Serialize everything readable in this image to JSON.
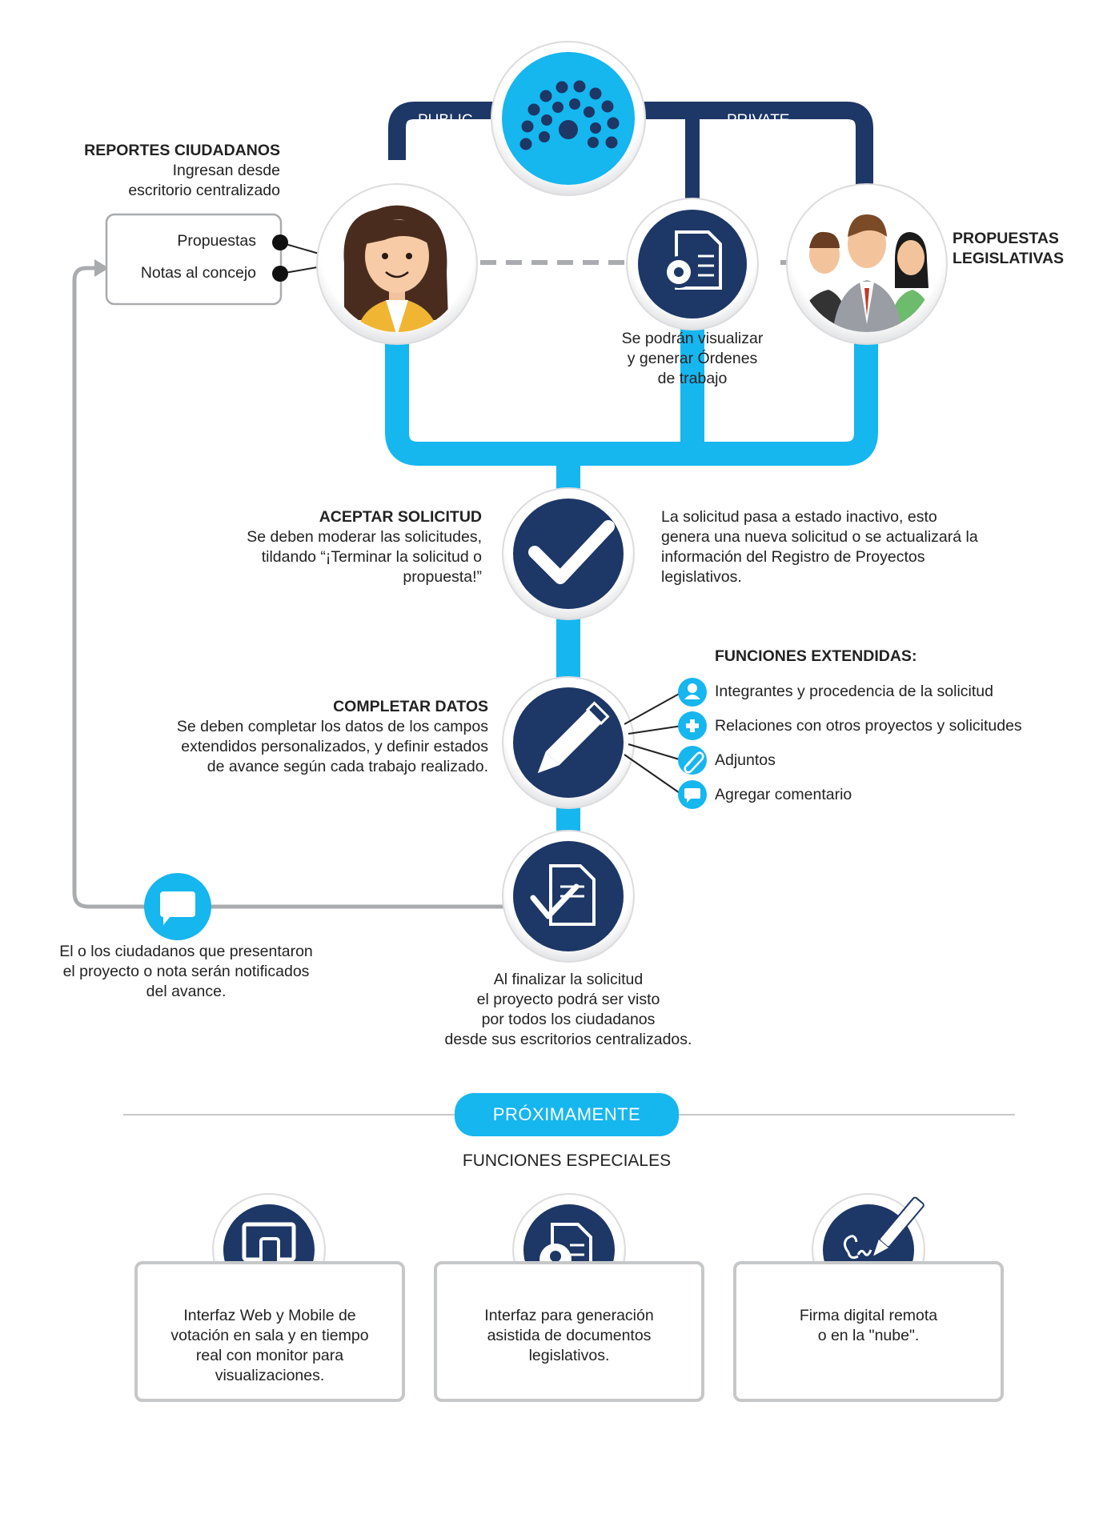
{
  "top": {
    "public_label": "PUBLIC",
    "private_label": "PRIVATE"
  },
  "reportes": {
    "title": "REPORTES CIUDADANOS",
    "line1": "Ingresan desde",
    "line2": "escritorio centralizado",
    "item1": "Propuestas",
    "item2": "Notas al concejo"
  },
  "ordenes": {
    "line1": "Se podrán visualizar",
    "line2": "y generar Órdenes",
    "line3": "de trabajo"
  },
  "propuestas_leg": {
    "line1": "PROPUESTAS",
    "line2": "LEGISLATIVAS"
  },
  "aceptar": {
    "title": "ACEPTAR SOLICITUD",
    "line1": "Se deben moderar las solicitudes,",
    "line2": "tildando “¡Terminar la solicitud o",
    "line3": "propuesta!”",
    "right1": "La solicitud pasa a estado inactivo, esto",
    "right2": "genera una nueva solicitud o se actualizará la",
    "right3": "información del Registro de Proyectos",
    "right4": "legislativos."
  },
  "completar": {
    "title": "COMPLETAR DATOS",
    "line1": "Se deben completar los datos de los campos",
    "line2": "extendidos personalizados, y definir estados",
    "line3": "de avance según cada trabajo realizado."
  },
  "funciones": {
    "title": "FUNCIONES EXTENDIDAS:",
    "items": [
      {
        "label": "Integrantes y procedencia de la solicitud",
        "icon": "user-icon"
      },
      {
        "label": "Relaciones con otros proyectos y solicitudes",
        "icon": "plus-icon"
      },
      {
        "label": "Adjuntos",
        "icon": "paperclip-icon"
      },
      {
        "label": "Agregar comentario",
        "icon": "comment-icon"
      }
    ]
  },
  "notificacion": {
    "line1": "El o los ciudadanos que presentaron",
    "line2": "el proyecto o nota serán notificados",
    "line3": "del avance."
  },
  "finalizar": {
    "line1": "Al finalizar la solicitud",
    "line2": "el proyecto podrá ser visto",
    "line3": "por todos los ciudadanos",
    "line4": "desde sus escritorios centralizados."
  },
  "proximamente": {
    "pill": "PRÓXIMAMENTE",
    "subtitle": "FUNCIONES ESPECIALES",
    "cards": [
      {
        "lines": [
          "Interfaz Web y Mobile de",
          "votación en sala y en tiempo",
          "real con monitor para",
          "visualizaciones."
        ],
        "icon": "devices-icon"
      },
      {
        "lines": [
          "Interfaz para generación",
          "asistida de documentos",
          "legislativos."
        ],
        "icon": "document-user-icon"
      },
      {
        "lines": [
          "Firma digital remota",
          "o en la \"nube\"."
        ],
        "icon": "signature-pen-icon"
      }
    ]
  },
  "colors": {
    "navy": "#1d3766",
    "cyan": "#16b6ef",
    "gray": "#a9abae"
  }
}
